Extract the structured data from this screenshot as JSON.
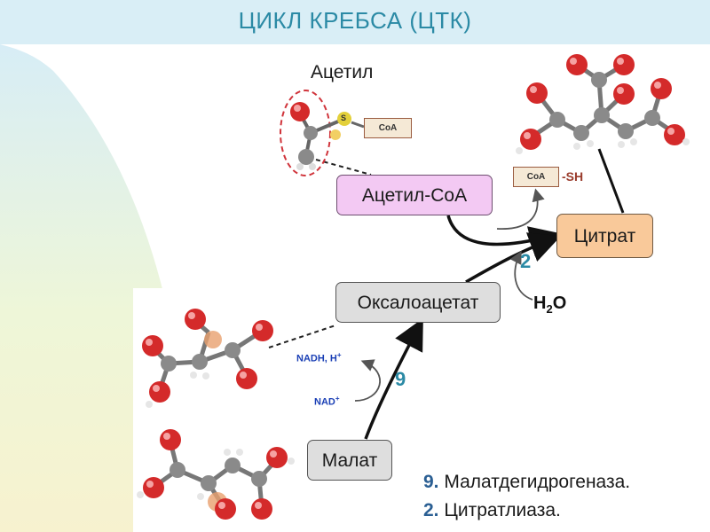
{
  "title": "ЦИКЛ КРЕБСА (ЦТК)",
  "colors": {
    "title": "#2b8aa5",
    "header_bg": "#d9eef6",
    "acetylcoa_box": "#f3c9f3",
    "citrate_box": "#f9c99a",
    "gray_box": "#dedede",
    "coenzyme_text": "#1a3fb5",
    "oxygen_atom": "#d42a2a",
    "carbon_atom": "#8a8a8a"
  },
  "labels": {
    "acetyl": "Ацетил",
    "acetyl_coa": "Ацетил-CoA",
    "citrate": "Цитрат",
    "oxaloacetate": "Оксалоацетат",
    "malate": "Малат",
    "coa_tag": "CoA",
    "sh": "-SH",
    "water_h": "H",
    "water_2": "2",
    "water_o": "O",
    "nadh": "NADH, H",
    "nadh_sup": "+",
    "nad": "NAD",
    "nad_sup": "+",
    "step_2": "2",
    "step_9": "9",
    "sulfur": "S"
  },
  "legend": [
    {
      "num": "9.",
      "text": " Малатдегидрогеназа."
    },
    {
      "num": "2.",
      "text": " Цитратлиаза."
    }
  ],
  "icons": [
    "acetyl-molecule-icon",
    "citrate-molecule-icon",
    "oxaloacetate-molecule-icon",
    "malate-molecule-icon"
  ]
}
